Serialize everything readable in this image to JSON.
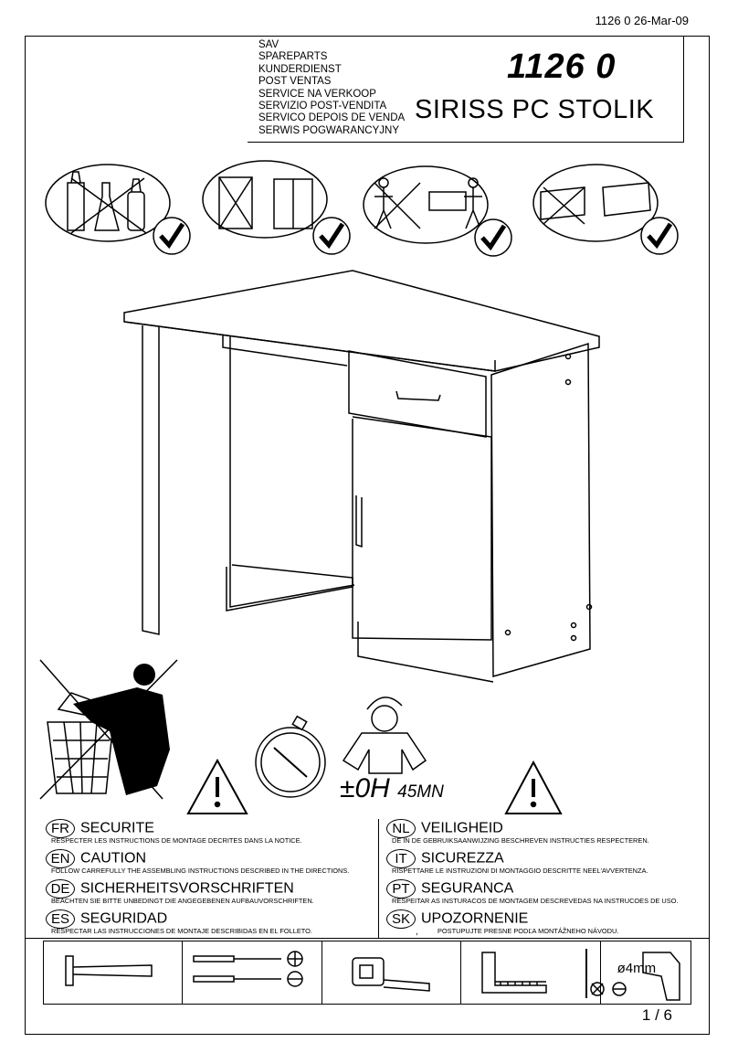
{
  "header": {
    "document_ref": "1126 0 26-Mar-09",
    "service_labels": [
      "SAV",
      "SPAREPARTS",
      "KUNDERDIENST",
      "POST VENTAS",
      "SERVICE NA VERKOOP",
      "SERVIZIO POST-VENDITA",
      "SERVICO DEPOIS DE VENDA",
      "SERWIS POGWARANCYJNY"
    ],
    "product_code": "1126 0",
    "product_name": "SIRISS PC STOLIK"
  },
  "care_icons": [
    {
      "name": "no-chemical-cleaners-icon"
    },
    {
      "name": "store-flat-not-upright-icon"
    },
    {
      "name": "two-person-assembly-icon"
    },
    {
      "name": "use-soft-cloth-icon"
    }
  ],
  "assembly_time": {
    "prefix": "±0H",
    "minutes": "45MN"
  },
  "warnings": {
    "left": [
      {
        "code": "FR",
        "title": "SECURITE",
        "desc": "RESPECTER LES INSTRUCTIONS DE MONTAGE DECRITES DANS LA NOTICE."
      },
      {
        "code": "EN",
        "title": "CAUTION",
        "desc": "FOLLOW CARREFULLY THE ASSEMBLING INSTRUCTIONS DESCRIBED IN THE DIRECTIONS."
      },
      {
        "code": "DE",
        "title": "SICHERHEITSVORSCHRIFTEN",
        "desc": "BEACHTEN SIE BITTE UNBEDINGT DIE ANGEGEBENEN AUFBAUVORSCHRIFTEN."
      },
      {
        "code": "ES",
        "title": "SEGURIDAD",
        "desc": "RESPECTAR LAS INSTRUCCIONES DE MONTAJE DESCRIBIDAS EN EL FOLLETO."
      }
    ],
    "right": [
      {
        "code": "NL",
        "title": "VEILIGHEID",
        "desc": "DE IN DE GEBRUIKSAANWIJZING BESCHREVEN INSTRUCTIES RESPECTEREN."
      },
      {
        "code": "IT",
        "title": "SICUREZZA",
        "desc": "RISPETTARE LE INSTRUZIONI DI MONTAGGIO DESCRITTE NEEL'AVVERTENZA."
      },
      {
        "code": "PT",
        "title": "SEGURANCA",
        "desc": "RESPEITAR AS INSTURACOS DE MONTAGEM DESCREVEDAS NA INSTRUCOES DE USO."
      },
      {
        "code": "SK",
        "title": "UPOZORNENIE",
        "desc": "POSTUPUJTE PRESNE  PODĽA MONTÁŽNEHO NÁVODU."
      }
    ]
  },
  "tools": {
    "drill_size": "ø4mm"
  },
  "footer": {
    "page": "1 / 6",
    "stray_mark": ","
  }
}
